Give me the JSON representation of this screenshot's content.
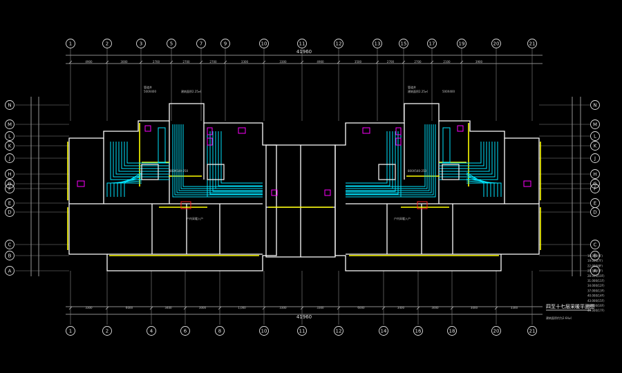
{
  "drawing": {
    "title": "四至十七层采暖平面图",
    "scale_note": "建筑面积约为2.64㎡",
    "overall_dimension": "41960"
  },
  "grid_columns_top": [
    "1",
    "2",
    "3",
    "5",
    "7",
    "9",
    "10",
    "11",
    "12",
    "13",
    "15",
    "17",
    "19",
    "20",
    "21"
  ],
  "grid_columns_bottom": [
    "1",
    "2",
    "4",
    "6",
    "8",
    "10",
    "11",
    "12",
    "14",
    "16",
    "18",
    "20",
    "21"
  ],
  "grid_rows_left": [
    "N",
    "M",
    "L",
    "K",
    "J",
    "H",
    "G",
    "F",
    "E",
    "D",
    "C",
    "B",
    "A"
  ],
  "grid_rows_right": [
    "N",
    "M",
    "L",
    "K",
    "J",
    "H",
    "G",
    "F",
    "E",
    "D",
    "C",
    "B",
    "A"
  ],
  "dims_top": [
    "4900",
    "3000",
    "2700",
    "2700",
    "2700",
    "3300",
    "3300",
    "4900",
    "3500",
    "2700",
    "2700",
    "2100",
    "3900"
  ],
  "dims_bottom": [
    "3300",
    "6000",
    "3400",
    "3000",
    "1,000",
    "3300",
    "3300",
    "6000",
    "3400",
    "3000",
    "3000",
    "3300"
  ],
  "annotations": {
    "riser_left": "管道井",
    "riser_right": "管道井",
    "area_left": "建筑面积2.25㎡",
    "area_right": "建筑面积2.25㎡",
    "pipe_left": "500X400",
    "pipe_right": "500X400",
    "manifold_left": "800X540-250",
    "manifold_right": "800X540-250",
    "stair_label_left": "户内采暖入户",
    "stair_label_right": "户内采暖入户"
  },
  "level_legend": [
    "16.000(6F)",
    "19.000(7F)",
    "22.000(8F)",
    "25.000(9F)",
    "28.000(10F)",
    "31.000(11F)",
    "34.000(12F)",
    "37.000(13F)",
    "40.000(14F)",
    "43.000(15F)",
    "46.000(16F)",
    "49.000(17F)"
  ],
  "colors": {
    "background": "#000000",
    "walls": "#ffffff",
    "window": "#ffff00",
    "heating_pipe": "#00e5ff",
    "fixtures": "#ff00ff",
    "dimension": "#d0d0d0",
    "grid_line": "#9a9a9a",
    "valve": "#ff2020"
  }
}
